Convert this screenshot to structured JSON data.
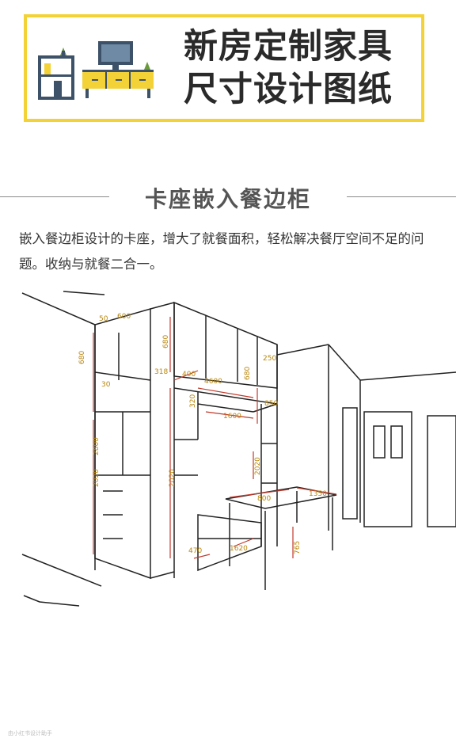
{
  "banner": {
    "title_line1": "新房定制家具",
    "title_line2": "尺寸设计图纸",
    "border_color": "#f3d238",
    "icon": "furniture-illustration-icon"
  },
  "section": {
    "title": "卡座嵌入餐边柜"
  },
  "intro": {
    "text": "嵌入餐边柜设计的卡座，增大了就餐面积，轻松解决餐厅空间不足的问题。收纳与就餐二合一。"
  },
  "diagram": {
    "accent_color": "#c0392b",
    "dimensions": [
      "50",
      "600",
      "680",
      "680",
      "318",
      "400",
      "4600",
      "680",
      "250",
      "320",
      "1600",
      "850",
      "2800",
      "2020",
      "2020",
      "2020",
      "800",
      "1350",
      "470",
      "1620",
      "765",
      "30"
    ]
  },
  "watermark": "由小红书设计助手"
}
